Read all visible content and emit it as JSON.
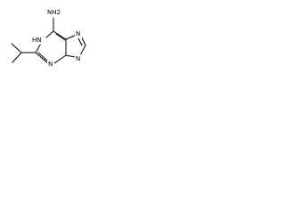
{
  "molecule": {
    "atoms": {
      "nh2": "NH2",
      "hn": "HN",
      "n_bottom": "N",
      "n_right": "N",
      "n_top_right": "N"
    }
  }
}
